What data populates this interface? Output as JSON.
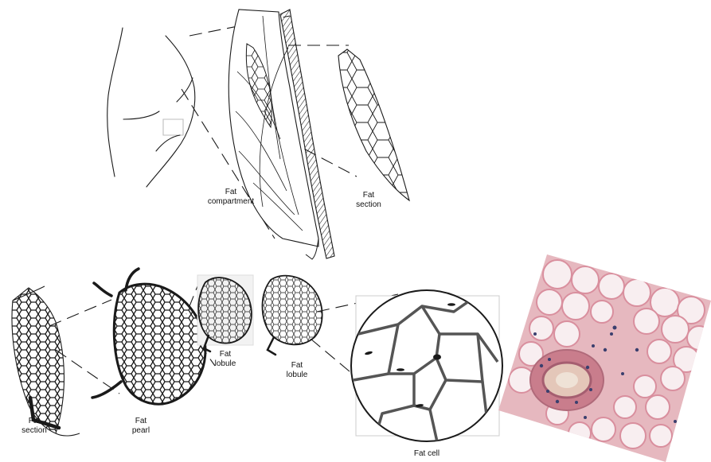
{
  "labels": {
    "fat_compartment_line1": "Fat",
    "fat_compartment_line2": "compartment",
    "fat_section_top_line1": "Fat",
    "fat_section_top_line2": "section",
    "fat_section_bottom_line1": "Fat",
    "fat_section_bottom_line2": "section",
    "fat_pearl_line1": "Fat",
    "fat_pearl_line2": "pearl",
    "fat_lobule_1_line1": "Fat",
    "fat_lobule_1_line2": "lobule",
    "fat_lobule_2_line1": "Fat",
    "fat_lobule_2_line2": "lobule",
    "fat_cell": "Fat cell"
  },
  "colors": {
    "ink": "#1a1a1a",
    "histology_background": "#e6b8bf",
    "histology_stroma": "#d98f9e",
    "histology_cell": "#f8eef0",
    "histology_nuclei": "#3a3f6e"
  }
}
